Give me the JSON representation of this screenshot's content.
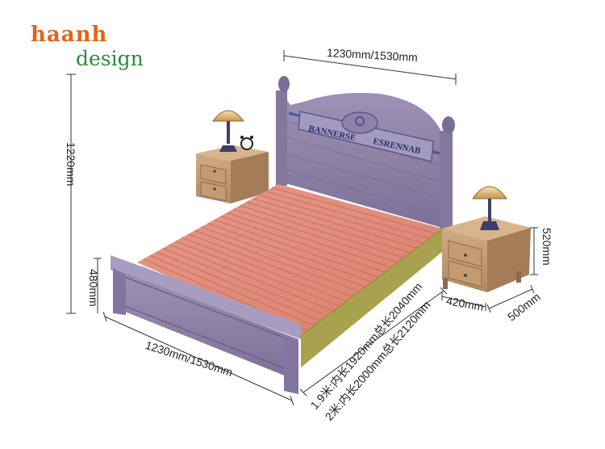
{
  "logo": {
    "top_text": "haanh",
    "bottom_text": "design",
    "top_color": "#e2641c",
    "bottom_color": "#2f8a3a"
  },
  "headboard": {
    "plaque_left": "BANNERSE",
    "plaque_right": "ESRENNAB"
  },
  "dimensions": {
    "headboard_width": "1230mm/1530mm",
    "total_height": "1220mm",
    "footboard_height": "480mm",
    "footboard_width": "1230mm/1530mm",
    "length_line_1": "1.9米:内长1920mm总长2040mm",
    "length_line_2": "2米:内长2000mm总长2120mm",
    "nightstand_height": "520mm",
    "nightstand_width": "420mm",
    "nightstand_depth": "500mm"
  },
  "colors": {
    "frame": "#8e80a6",
    "slats": "#e2917f",
    "nightstand": "#c29a74",
    "rail": "#a8a24e",
    "stripe": "#3e5aa8"
  }
}
